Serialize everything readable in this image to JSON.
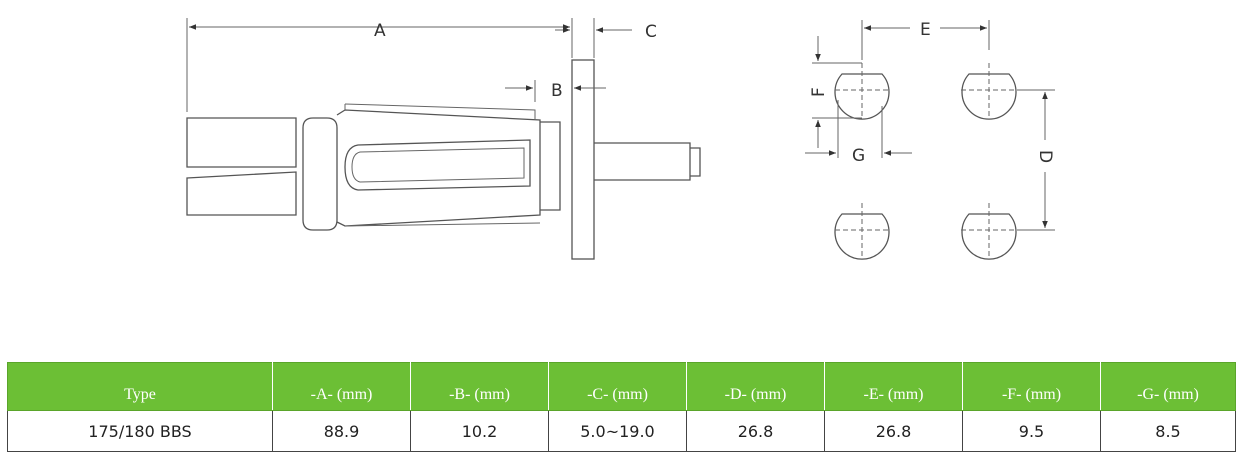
{
  "labels": {
    "A": "A",
    "B": "B",
    "C": "C",
    "D": "D",
    "E": "E",
    "F": "F",
    "G": "G"
  },
  "table": {
    "headers": [
      "Type",
      "-A- (mm)",
      "-B- (mm)",
      "-C- (mm)",
      "-D- (mm)",
      "-E- (mm)",
      "-F- (mm)",
      "-G- (mm)"
    ],
    "rows": [
      [
        "175/180 BBS",
        "88.9",
        "10.2",
        "5.0~19.0",
        "26.8",
        "26.8",
        "9.5",
        "8.5"
      ]
    ]
  },
  "colors": {
    "header_bg": "#6cbf35",
    "header_text": "#ffffff"
  }
}
